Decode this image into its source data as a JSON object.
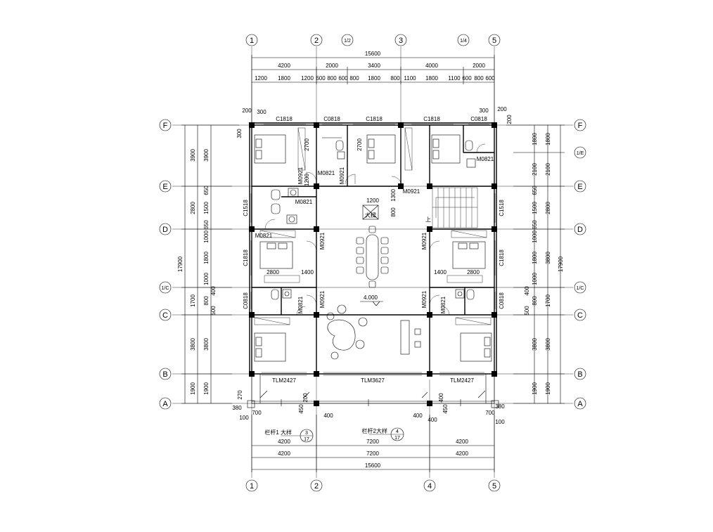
{
  "axes_vertical_top": [
    "1",
    "2",
    "1/2",
    "3",
    "1/4",
    "5"
  ],
  "axes_vertical_bottom": [
    "1",
    "2",
    "4",
    "5"
  ],
  "axes_horizontal": [
    "F",
    "E",
    "D",
    "1/C",
    "C",
    "B",
    "A"
  ],
  "axis_extra_right": "1/E",
  "top_dims": {
    "total": "15600",
    "row2": [
      "4200",
      "2000",
      "3400",
      "4000",
      "2000"
    ],
    "row3": [
      "1200",
      "1800",
      "1200",
      "600",
      "800",
      "600",
      "800",
      "1800",
      "800",
      "1100",
      "1800",
      "1100",
      "600",
      "800",
      "600"
    ]
  },
  "bottom_dims": {
    "row1": [
      "4200",
      "7200",
      "4200"
    ],
    "row2": [
      "4200",
      "7200",
      "4200"
    ],
    "total": "15600"
  },
  "left_dims": {
    "outer": [
      "3900",
      "2800",
      "17900",
      "1700",
      "3800",
      "1900"
    ],
    "inner": [
      "3900",
      "650",
      "1500",
      "650",
      "1000",
      "1800",
      "1000",
      "400",
      "800",
      "500",
      "3800",
      "1900"
    ]
  },
  "right_dims": {
    "inner": [
      "1800",
      "2100",
      "650",
      "1500",
      "650",
      "1000",
      "1800",
      "1000",
      "400",
      "800",
      "500",
      "3800",
      "1900"
    ],
    "outer": [
      "1800",
      "2100",
      "2800",
      "3800",
      "17900",
      "1700",
      "3800",
      "1900"
    ]
  },
  "corner_dims": [
    "200",
    "300",
    "300",
    "200",
    "300",
    "200",
    "270",
    "380",
    "100",
    "700",
    "200",
    "450",
    "400",
    "400",
    "400",
    "450",
    "400",
    "700",
    "380",
    "100"
  ],
  "windows": [
    "C1818",
    "C0818",
    "C1818",
    "C1818",
    "C0818",
    "C1518",
    "C1518",
    "C1818",
    "C1818",
    "C0818",
    "C0818"
  ],
  "doors": [
    "M0821",
    "M0921",
    "M0921",
    "M0921",
    "M0821",
    "M0821",
    "M0921",
    "M0921",
    "M0921",
    "M0921",
    "M0821",
    "M0821",
    "M0821"
  ],
  "sliding_doors": [
    "TLM2427",
    "TLM3627",
    "TLM2427"
  ],
  "interior_dims": [
    "2700",
    "2700",
    "1200",
    "1200",
    "800",
    "1300",
    "2800",
    "1400",
    "1400",
    "2800"
  ],
  "stair_label": "上",
  "shaft_label": "大樑",
  "elevation": "4.000",
  "ref_left": {
    "text": "栏杆1 大样",
    "num": "3",
    "den": "17"
  },
  "ref_right": {
    "text": "栏杆2大样",
    "num": "4",
    "den": "17"
  }
}
